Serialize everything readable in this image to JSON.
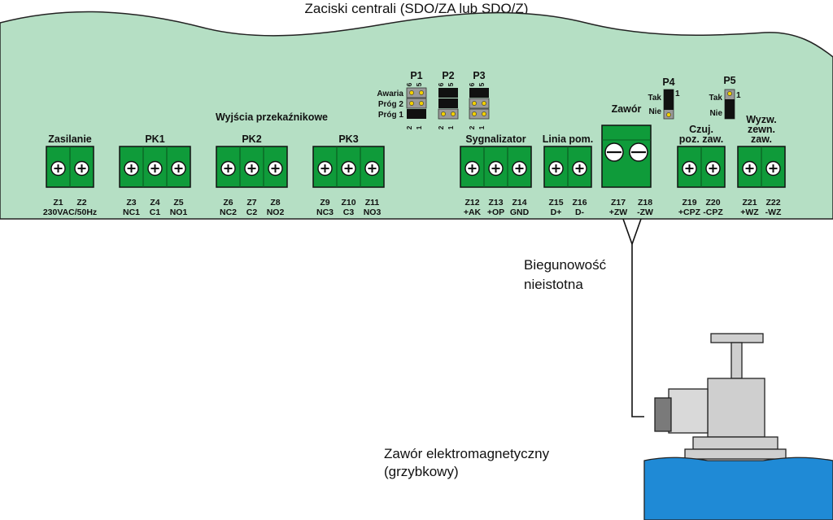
{
  "title": "Zaciski centrali (SDO/ZA lub SDO/Z)",
  "relay_group_label": "Wyjścia przekaźnikowe",
  "colors": {
    "board": "#b5dfc4",
    "terminal": "#0f9b3a",
    "valve_body": "#1f8ad6",
    "gray": "#cfcfcf"
  },
  "terminal_blocks": [
    {
      "name": "Zasilanie",
      "title_lines": [
        "Zasilanie"
      ],
      "terminals": [
        {
          "id": "Z1",
          "sig": ""
        },
        {
          "id": "Z2",
          "sig": ""
        }
      ],
      "shared_sig": "230VAC/50Hz"
    },
    {
      "name": "PK1",
      "title_lines": [
        "PK1"
      ],
      "terminals": [
        {
          "id": "Z3",
          "sig": "NC1"
        },
        {
          "id": "Z4",
          "sig": "C1"
        },
        {
          "id": "Z5",
          "sig": "NO1"
        }
      ]
    },
    {
      "name": "PK2",
      "title_lines": [
        "PK2"
      ],
      "terminals": [
        {
          "id": "Z6",
          "sig": "NC2"
        },
        {
          "id": "Z7",
          "sig": "C2"
        },
        {
          "id": "Z8",
          "sig": "NO2"
        }
      ]
    },
    {
      "name": "PK3",
      "title_lines": [
        "PK3"
      ],
      "terminals": [
        {
          "id": "Z9",
          "sig": "NC3"
        },
        {
          "id": "Z10",
          "sig": "C3"
        },
        {
          "id": "Z11",
          "sig": "NO3"
        }
      ]
    },
    {
      "name": "Sygnalizator",
      "title_lines": [
        "Sygnalizator"
      ],
      "terminals": [
        {
          "id": "Z12",
          "sig": "+AK"
        },
        {
          "id": "Z13",
          "sig": "+OP"
        },
        {
          "id": "Z14",
          "sig": "GND"
        }
      ]
    },
    {
      "name": "Linia pom.",
      "title_lines": [
        "Linia pom."
      ],
      "terminals": [
        {
          "id": "Z15",
          "sig": "D+"
        },
        {
          "id": "Z16",
          "sig": "D-"
        }
      ]
    },
    {
      "name": "Zawór",
      "title_lines": [
        "Zawór"
      ],
      "terminals": [
        {
          "id": "Z17",
          "sig": "+ZW"
        },
        {
          "id": "Z18",
          "sig": "-ZW"
        }
      ]
    },
    {
      "name": "Czuj. poz. zaw.",
      "title_lines": [
        "Czuj.",
        "poz. zaw."
      ],
      "terminals": [
        {
          "id": "Z19",
          "sig": "+CPZ"
        },
        {
          "id": "Z20",
          "sig": "-CPZ"
        }
      ]
    },
    {
      "name": "Wyzw. zewn. zaw.",
      "title_lines": [
        "Wyzw.",
        "zewn.",
        "zaw."
      ],
      "terminals": [
        {
          "id": "Z21",
          "sig": "+WZ"
        },
        {
          "id": "Z22",
          "sig": "-WZ"
        }
      ]
    }
  ],
  "jumpers": {
    "row_labels": [
      "Awaria",
      "Próg 2",
      "Próg 1"
    ],
    "groups": [
      {
        "name": "P1",
        "top_pins": [
          "6",
          "5"
        ],
        "bottom_pins": [
          "2",
          "1"
        ]
      },
      {
        "name": "P2",
        "top_pins": [
          "6",
          "5"
        ],
        "bottom_pins": [
          "2",
          "1"
        ]
      },
      {
        "name": "P3",
        "top_pins": [
          "6",
          "5"
        ],
        "bottom_pins": [
          "2",
          "1"
        ]
      }
    ]
  },
  "p4": {
    "name": "P4",
    "pin": "1",
    "options": [
      "Tak",
      "Nie"
    ]
  },
  "p5": {
    "name": "P5",
    "pin": "1",
    "options": [
      "Tak",
      "Nie"
    ]
  },
  "polarity_note": [
    "Biegunowość",
    "nieistotna"
  ],
  "valve_caption": [
    "Zawór elektromagnetyczny",
    "(grzybkowy)"
  ]
}
